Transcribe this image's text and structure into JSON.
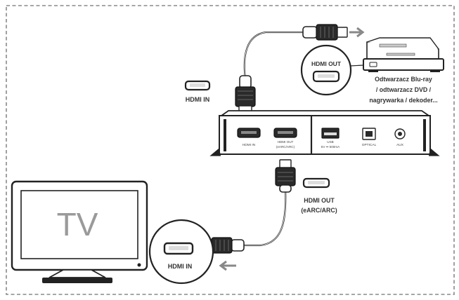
{
  "labels": {
    "hdmi_in_top": "HDMI IN",
    "hdmi_out_player": "HDMI OUT",
    "player_caption": [
      "Odtwarzacz Blu-ray",
      "/ odtwarzacz DVD /",
      "nagrywarka / dekoder..."
    ],
    "hub_out_label": [
      "HDMI OUT",
      "(eARC/ARC)"
    ],
    "tv_text": "TV",
    "tv_hdmi_in": "HDMI IN",
    "ports": {
      "hdmi_in": "HDMI IN",
      "hdmi_out": [
        "HDMI OUT",
        "(eARC/ARC)"
      ],
      "usb": [
        "USB",
        "5V ⎓ 500mA"
      ],
      "optical": "OPTICAL",
      "aux": "AUX"
    }
  },
  "colors": {
    "stroke": "#222222",
    "dash": "#888888",
    "arrow": "#888888",
    "tv_text": "#9a9a9a",
    "port_fill": "#e6e6e6"
  }
}
